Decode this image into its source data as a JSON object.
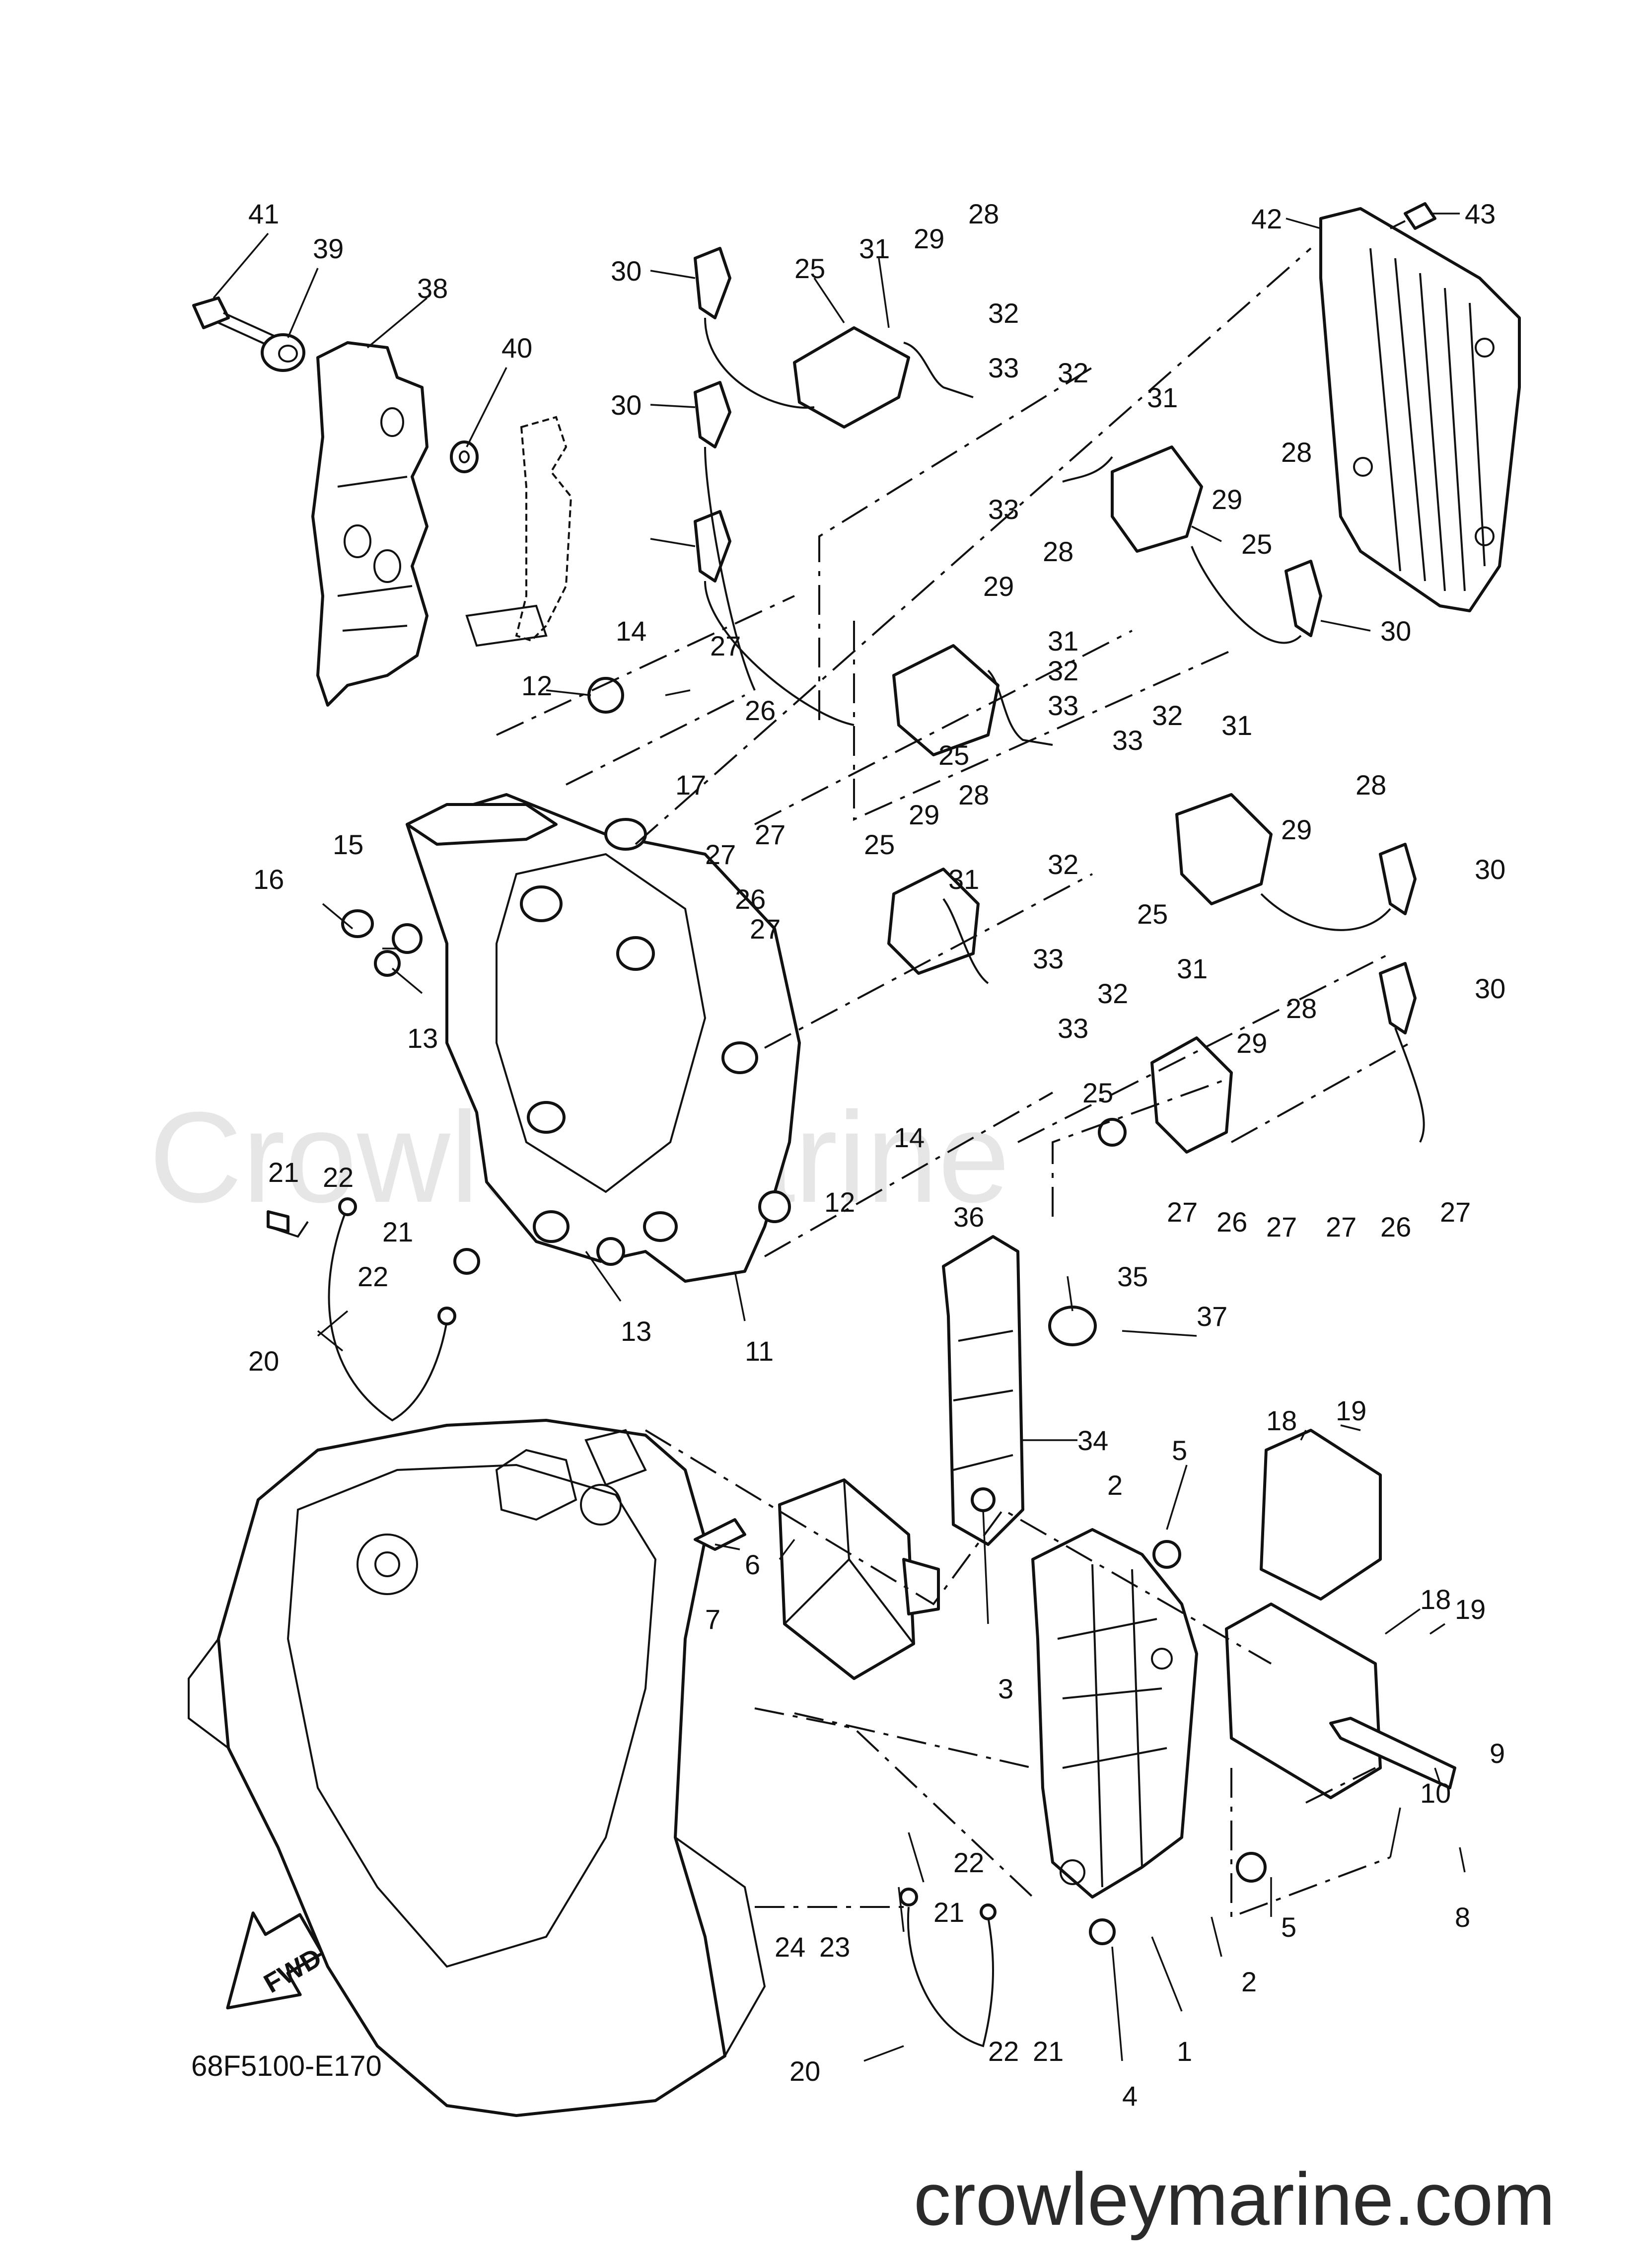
{
  "diagram": {
    "drawing_code": "68F5100-E170",
    "watermark": "CrowleyMarine",
    "site": "crowleymarine.com",
    "fwd_label": "FWD"
  },
  "callouts": [
    "41",
    "39",
    "38",
    "40",
    "30",
    "25",
    "31",
    "29",
    "28",
    "42",
    "43",
    "32",
    "33",
    "32",
    "31",
    "28",
    "30",
    "33",
    "29",
    "25",
    "30",
    "28",
    "29",
    "31",
    "32",
    "33",
    "14",
    "12",
    "27",
    "26",
    "17",
    "25",
    "33",
    "32",
    "31",
    "28",
    "27",
    "16",
    "15",
    "27",
    "26",
    "27",
    "25",
    "29",
    "28",
    "29",
    "31",
    "32",
    "30",
    "25",
    "33",
    "30",
    "13",
    "32",
    "31",
    "28",
    "33",
    "29",
    "25",
    "21",
    "22",
    "14",
    "12",
    "27",
    "26",
    "27",
    "27",
    "26",
    "27",
    "21",
    "22",
    "36",
    "13",
    "11",
    "35",
    "37",
    "20",
    "18",
    "19",
    "34",
    "5",
    "2",
    "18",
    "19",
    "6",
    "7",
    "3",
    "9",
    "10",
    "8",
    "22",
    "21",
    "24",
    "23",
    "2",
    "5",
    "20",
    "22",
    "21",
    "4",
    "1"
  ]
}
